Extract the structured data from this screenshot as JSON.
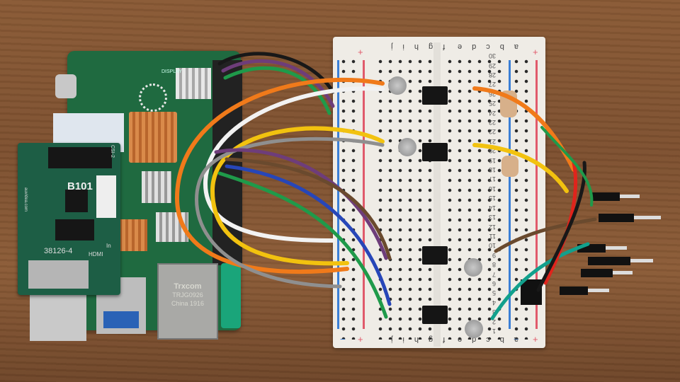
{
  "scene": {
    "description": "Raspberry Pi board with HDMI-to-CSI adapter wired to a solderless breadboard with four 4-pin optocoupler chips, capacitors, resistors and jumper pins",
    "surface": "wooden table"
  },
  "pi_board": {
    "silkscreen_display": "DISPLAY",
    "hdmi_adapter": {
      "model_label": "B101",
      "part_label": "38126-4",
      "hdmi_label": "HDMI",
      "in_label": "In",
      "csi_label": "CSI-2",
      "website": "auvidea.com"
    },
    "ethernet_jack": {
      "brand": "Trxcom",
      "line2": "TRJG0926",
      "line3": "China  1916"
    }
  },
  "breadboard": {
    "columns_left": [
      "f",
      "g",
      "h",
      "i",
      "j"
    ],
    "columns_right": [
      "a",
      "b",
      "c",
      "d",
      "e"
    ],
    "rows": [
      "30",
      "29",
      "28",
      "27",
      "26",
      "25",
      "24",
      "23",
      "22",
      "21",
      "20",
      "19",
      "18",
      "17",
      "16",
      "15",
      "14",
      "13",
      "12",
      "11",
      "10",
      "9",
      "8",
      "7",
      "6",
      "5",
      "4",
      "3",
      "2",
      "1"
    ],
    "rail_minus": "−",
    "rail_plus": "+"
  },
  "wire_colors": {
    "orange": "#f07a1a",
    "white": "#f2f2f2",
    "yellow": "#f2c20f",
    "grey": "#8f8f8f",
    "purple": "#6e3d7a",
    "blue": "#2746b8",
    "green": "#1f9a4a",
    "brown": "#6a4a2e",
    "teal": "#12a08c",
    "red": "#e0241c",
    "black": "#181818"
  }
}
